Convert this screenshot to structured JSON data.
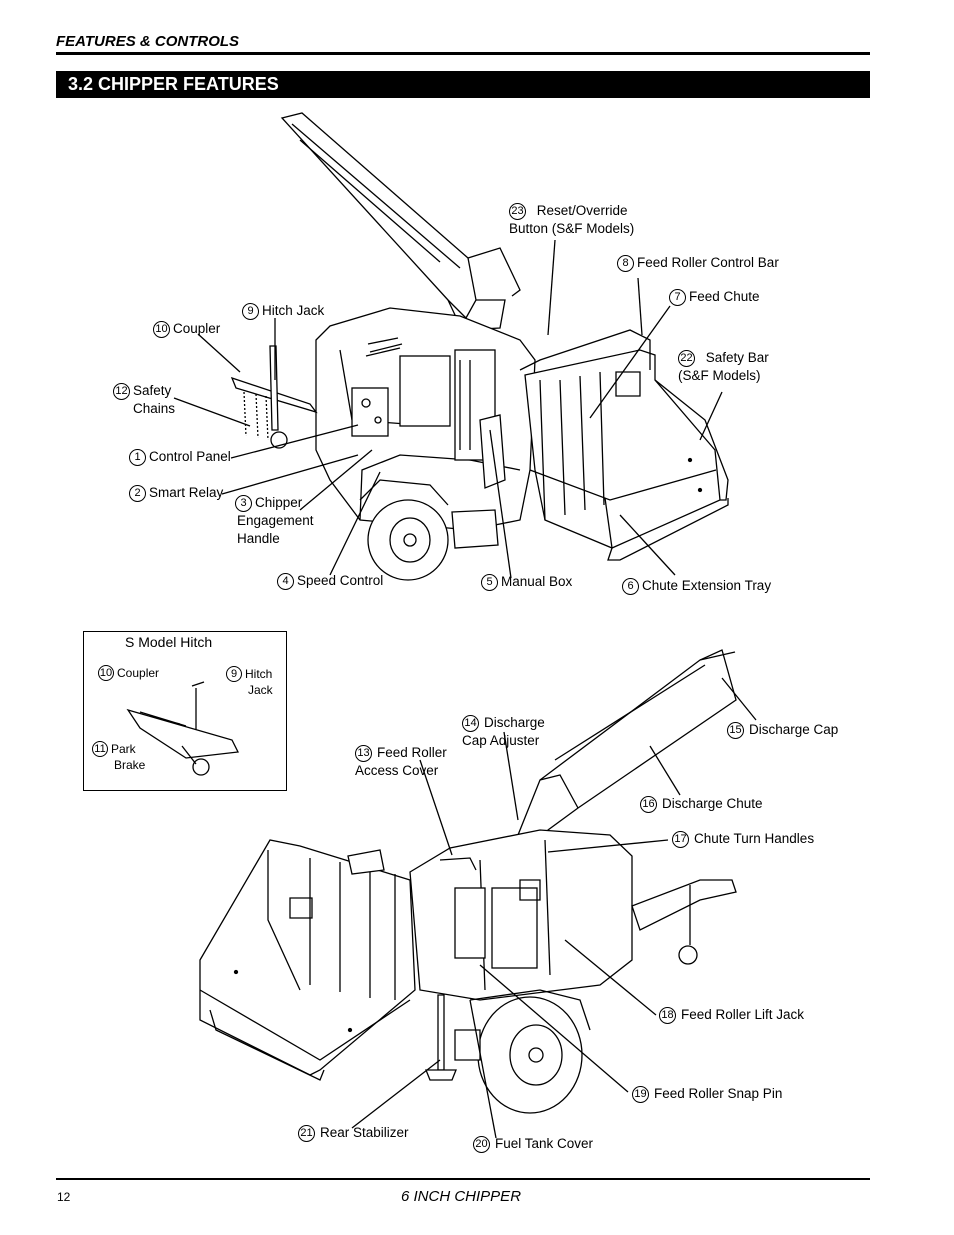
{
  "header": {
    "section": "FEATURES & CONTROLS",
    "title": "3.2 CHIPPER FEATURES"
  },
  "inset": {
    "title": "S Model Hitch"
  },
  "labels": {
    "l23": {
      "n": "23",
      "t1": "Reset/Override",
      "t2": "Button (S&F Models)"
    },
    "l8": {
      "n": "8",
      "t1": "Feed Roller Control Bar"
    },
    "l7": {
      "n": "7",
      "t1": "Feed Chute"
    },
    "l22": {
      "n": "22",
      "t1": "Safety Bar",
      "t2": "(S&F Models)"
    },
    "l9": {
      "n": "9",
      "t1": "Hitch Jack"
    },
    "l10": {
      "n": "10",
      "t1": "Coupler"
    },
    "l12": {
      "n": "12",
      "t1": "Safety",
      "t2": "Chains"
    },
    "l1": {
      "n": "1",
      "t1": "Control Panel"
    },
    "l2": {
      "n": "2",
      "t1": "Smart Relay"
    },
    "l3": {
      "n": "3",
      "t1": "Chipper",
      "t2": "Engagement",
      "t3": "Handle"
    },
    "l4": {
      "n": "4",
      "t1": "Speed Control"
    },
    "l5": {
      "n": "5",
      "t1": "Manual Box"
    },
    "l6": {
      "n": "6",
      "t1": "Chute Extension Tray"
    },
    "s10": {
      "n": "10",
      "t1": "Coupler"
    },
    "s9": {
      "n": "9",
      "t1": "Hitch",
      "t2": "Jack"
    },
    "s11": {
      "n": "11",
      "t1": "Park",
      "t2": "Brake"
    },
    "l14": {
      "n": "14",
      "t1": "Discharge",
      "t2": "Cap Adjuster"
    },
    "l13": {
      "n": "13",
      "t1": "Feed Roller",
      "t2": "Access Cover"
    },
    "l15": {
      "n": "15",
      "t1": "Discharge Cap"
    },
    "l16": {
      "n": "16",
      "t1": "Discharge Chute"
    },
    "l17": {
      "n": "17",
      "t1": "Chute Turn Handles"
    },
    "l18": {
      "n": "18",
      "t1": "Feed Roller Lift Jack"
    },
    "l19": {
      "n": "19",
      "t1": "Feed Roller Snap Pin"
    },
    "l21": {
      "n": "21",
      "t1": "Rear Stabilizer"
    },
    "l20": {
      "n": "20",
      "t1": "Fuel Tank Cover"
    }
  },
  "footer": {
    "page_number": "12",
    "title": "6 INCH CHIPPER"
  }
}
